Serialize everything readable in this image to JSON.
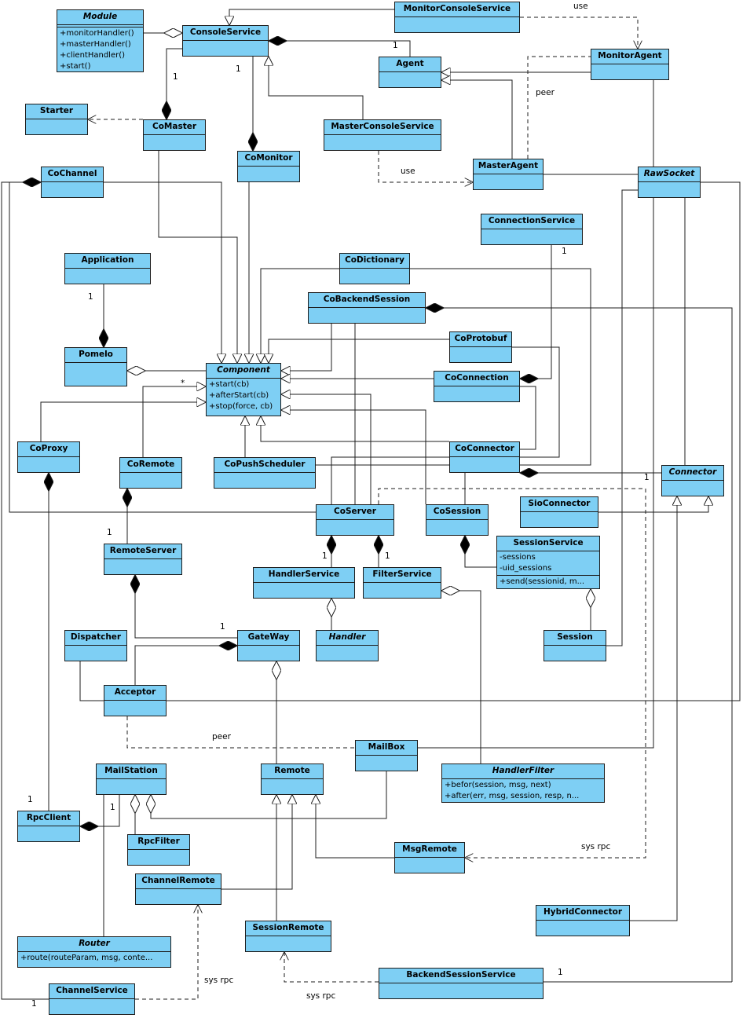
{
  "diagram": {
    "classes": [
      {
        "id": "module",
        "name": "Module",
        "abstract": true,
        "sections": [
          [],
          [
            "+monitorHandler()",
            "+masterHandler()",
            "+clientHandler()",
            "+start()"
          ]
        ]
      },
      {
        "id": "consoleservice",
        "name": "ConsoleService",
        "sections": [
          []
        ]
      },
      {
        "id": "monitorconsoleservice",
        "name": "MonitorConsoleService",
        "sections": [
          []
        ]
      },
      {
        "id": "agent",
        "name": "Agent",
        "sections": [
          []
        ]
      },
      {
        "id": "monitoragent",
        "name": "MonitorAgent",
        "sections": [
          []
        ]
      },
      {
        "id": "starter",
        "name": "Starter",
        "sections": [
          []
        ]
      },
      {
        "id": "comaster",
        "name": "CoMaster",
        "sections": [
          []
        ]
      },
      {
        "id": "masterconsoleservice",
        "name": "MasterConsoleService",
        "sections": [
          []
        ]
      },
      {
        "id": "comonitor",
        "name": "CoMonitor",
        "sections": [
          []
        ]
      },
      {
        "id": "masteragent",
        "name": "MasterAgent",
        "sections": [
          []
        ]
      },
      {
        "id": "cochannel",
        "name": "CoChannel",
        "sections": [
          []
        ]
      },
      {
        "id": "rawsocket",
        "name": "RawSocket",
        "abstract": true,
        "sections": [
          []
        ]
      },
      {
        "id": "connectionservice",
        "name": "ConnectionService",
        "sections": [
          []
        ]
      },
      {
        "id": "application",
        "name": "Application",
        "sections": [
          []
        ]
      },
      {
        "id": "codictionary",
        "name": "CoDictionary",
        "sections": [
          []
        ]
      },
      {
        "id": "cobackendsession",
        "name": "CoBackendSession",
        "sections": [
          []
        ]
      },
      {
        "id": "coprotobuf",
        "name": "CoProtobuf",
        "sections": [
          []
        ]
      },
      {
        "id": "pomelo",
        "name": "Pomelo",
        "sections": [
          []
        ]
      },
      {
        "id": "component",
        "name": "Component",
        "abstract": true,
        "sections": [
          [
            "+start(cb)",
            "+afterStart(cb)",
            "+stop(force, cb)"
          ]
        ]
      },
      {
        "id": "coconnection",
        "name": "CoConnection",
        "sections": [
          []
        ]
      },
      {
        "id": "coproxy",
        "name": "CoProxy",
        "sections": [
          []
        ]
      },
      {
        "id": "coremote",
        "name": "CoRemote",
        "sections": [
          []
        ]
      },
      {
        "id": "copushscheduler",
        "name": "CoPushScheduler",
        "sections": [
          []
        ]
      },
      {
        "id": "coconnector",
        "name": "CoConnector",
        "sections": [
          []
        ]
      },
      {
        "id": "connector",
        "name": "Connector",
        "abstract": true,
        "sections": [
          []
        ]
      },
      {
        "id": "sioconnector",
        "name": "SioConnector",
        "sections": [
          []
        ]
      },
      {
        "id": "coserver",
        "name": "CoServer",
        "sections": [
          []
        ]
      },
      {
        "id": "cosession",
        "name": "CoSession",
        "sections": [
          []
        ]
      },
      {
        "id": "sessionservice",
        "name": "SessionService",
        "sections": [
          [
            "-sessions",
            "-uid_sessions"
          ],
          [
            "+send(sessionid, m..."
          ]
        ]
      },
      {
        "id": "remoteserver",
        "name": "RemoteServer",
        "sections": [
          []
        ]
      },
      {
        "id": "handlerservice",
        "name": "HandlerService",
        "sections": [
          []
        ]
      },
      {
        "id": "filterservice",
        "name": "FilterService",
        "sections": [
          []
        ]
      },
      {
        "id": "dispatcher",
        "name": "Dispatcher",
        "sections": [
          []
        ]
      },
      {
        "id": "gateway",
        "name": "GateWay",
        "sections": [
          []
        ]
      },
      {
        "id": "handler",
        "name": "Handler",
        "abstract": true,
        "sections": [
          []
        ]
      },
      {
        "id": "session",
        "name": "Session",
        "sections": [
          []
        ]
      },
      {
        "id": "acceptor",
        "name": "Acceptor",
        "sections": [
          []
        ]
      },
      {
        "id": "mailbox",
        "name": "MailBox",
        "sections": [
          []
        ]
      },
      {
        "id": "mailstation",
        "name": "MailStation",
        "sections": [
          []
        ]
      },
      {
        "id": "remote",
        "name": "Remote",
        "sections": [
          []
        ]
      },
      {
        "id": "handlerfilter",
        "name": "HandlerFilter",
        "abstract": true,
        "sections": [
          [
            "+befor(session, msg, next)",
            "+after(err, msg, session, resp, n..."
          ]
        ]
      },
      {
        "id": "rpcclient",
        "name": "RpcClient",
        "sections": [
          []
        ]
      },
      {
        "id": "rpcfilter",
        "name": "RpcFilter",
        "sections": [
          []
        ]
      },
      {
        "id": "msgremote",
        "name": "MsgRemote",
        "sections": [
          []
        ]
      },
      {
        "id": "channelremote",
        "name": "ChannelRemote",
        "sections": [
          []
        ]
      },
      {
        "id": "hybridconnector",
        "name": "HybridConnector",
        "sections": [
          []
        ]
      },
      {
        "id": "sessionremote",
        "name": "SessionRemote",
        "sections": [
          []
        ]
      },
      {
        "id": "router",
        "name": "Router",
        "abstract": true,
        "sections": [
          [
            "+route(routeParam, msg, conte..."
          ]
        ]
      },
      {
        "id": "backendsessionservice",
        "name": "BackendSessionService",
        "sections": [
          []
        ]
      },
      {
        "id": "channelservice",
        "name": "ChannelService",
        "sections": [
          []
        ]
      }
    ],
    "labels": [
      {
        "id": "use-1",
        "text": "use"
      },
      {
        "id": "use-2",
        "text": "use"
      },
      {
        "id": "peer-1",
        "text": "peer"
      },
      {
        "id": "peer-2",
        "text": "peer"
      },
      {
        "id": "sysrpc-1",
        "text": "sys rpc"
      },
      {
        "id": "sysrpc-2",
        "text": "sys rpc"
      },
      {
        "id": "sysrpc-3",
        "text": "sys rpc"
      },
      {
        "id": "m-agent",
        "text": "1"
      },
      {
        "id": "m-comaster",
        "text": "1"
      },
      {
        "id": "m-comonitor",
        "text": "1"
      },
      {
        "id": "m-connsvc",
        "text": "1"
      },
      {
        "id": "m-application",
        "text": "1"
      },
      {
        "id": "m-component",
        "text": "*"
      },
      {
        "id": "m-connector",
        "text": "1"
      },
      {
        "id": "m-remoteserver",
        "text": "1"
      },
      {
        "id": "m-handlerservice",
        "text": "1"
      },
      {
        "id": "m-filterservice",
        "text": "1"
      },
      {
        "id": "m-gateway",
        "text": "1"
      },
      {
        "id": "m-rpcclient",
        "text": "1"
      },
      {
        "id": "m-mailstation",
        "text": "1"
      },
      {
        "id": "m-backendsessionsvc",
        "text": "1"
      },
      {
        "id": "m-channelservice",
        "text": "1"
      }
    ]
  },
  "colors": {
    "class_fill": "#7ecff4",
    "stroke": "#1c1c1c"
  }
}
